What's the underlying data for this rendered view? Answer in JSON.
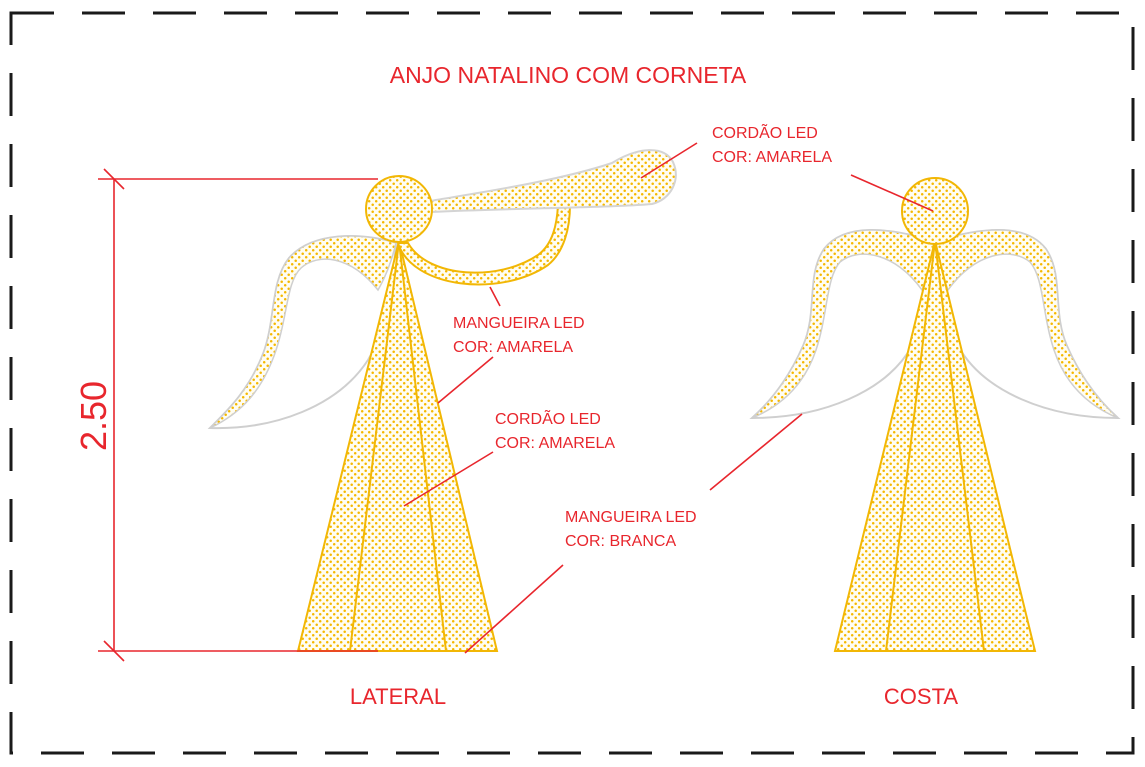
{
  "title": "ANJO NATALINO COM CORNETA",
  "labels": {
    "cordao_led_top": {
      "line1": "CORDÃO LED",
      "line2": "COR: AMARELA"
    },
    "mangueira_led_amarela": {
      "line1": "MANGUEIRA LED",
      "line2": "COR: AMARELA"
    },
    "cordao_led_body": {
      "line1": "CORDÃO LED",
      "line2": "COR: AMARELA"
    },
    "mangueira_led_branca": {
      "line1": "MANGUEIRA LED",
      "line2": "COR: BRANCA"
    }
  },
  "views": {
    "lateral": "LATERAL",
    "costa": "COSTA"
  },
  "dimension": {
    "height": "2.50"
  },
  "colors": {
    "annotation": "#e8262d",
    "led_yellow": "#f5b800",
    "white_hose": "#cfcfcf",
    "border": "#1a1a1a"
  }
}
